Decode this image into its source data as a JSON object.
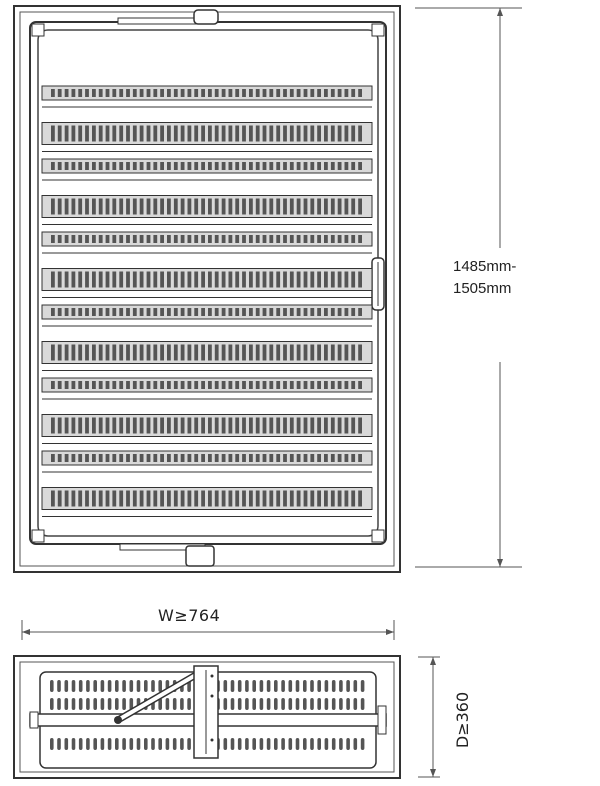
{
  "dimensions": {
    "height_line1": "1485mm-",
    "height_line2": "1505mm",
    "width": "W≥764",
    "depth": "D≥360"
  },
  "front_view": {
    "shelf_count": 12,
    "handle": "door-handle-icon"
  },
  "top_view": {
    "bottle_rows": 3
  },
  "colors": {
    "line": "#333333",
    "shade": "#d9d9d9",
    "bottle": "#555555"
  }
}
